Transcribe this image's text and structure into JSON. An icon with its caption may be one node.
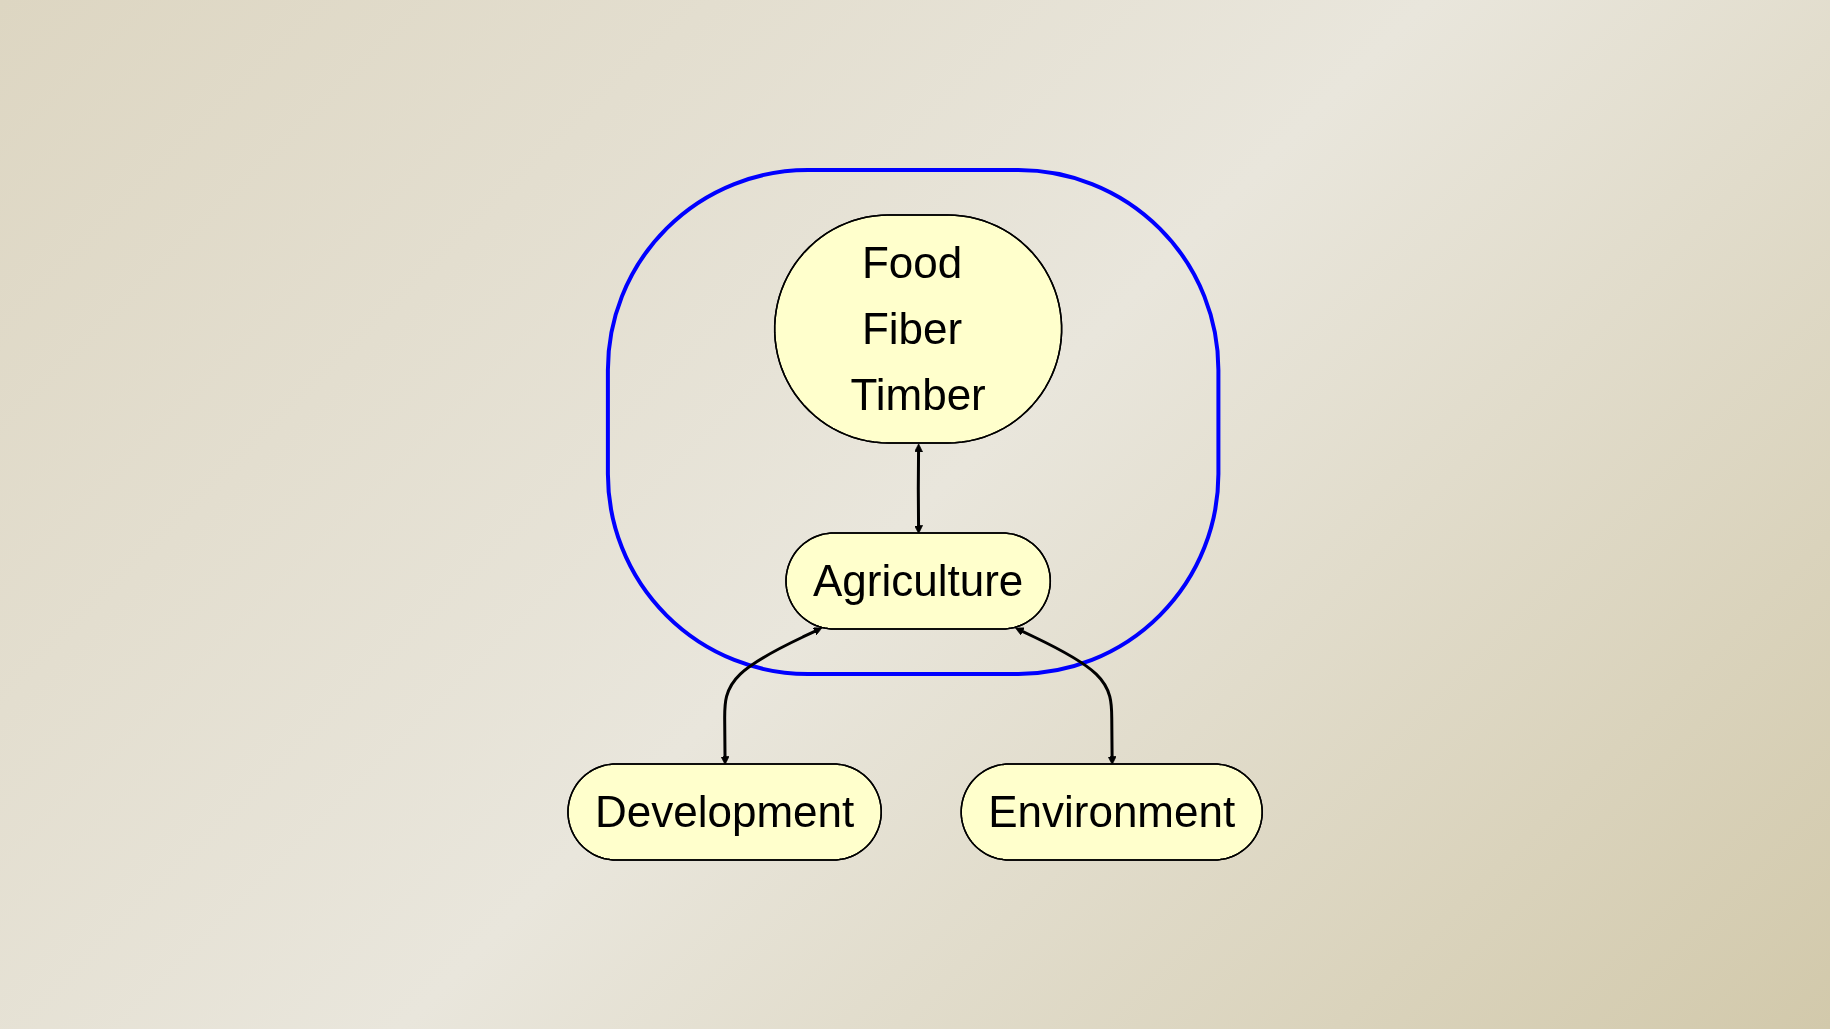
{
  "diagram": {
    "nodes": [
      {
        "text": [],
        "shape": "ellipse"
      },
      {
        "text": [
          "Food Fiber Timber"
        ],
        "in": 0
      },
      {
        "text": [
          "Development"
        ]
      },
      {
        "text": [
          "Agriculture"
        ],
        "in": 0
      },
      {
        "text": [
          "Environment"
        ]
      }
    ],
    "edges": [
      {
        "from": 1,
        "to": 3,
        "arrow": "both"
      },
      {
        "from": 3,
        "to": 2,
        "arrow": "both"
      },
      {
        "from": 3,
        "to": 4,
        "arrow": "both"
      }
    ]
  }
}
